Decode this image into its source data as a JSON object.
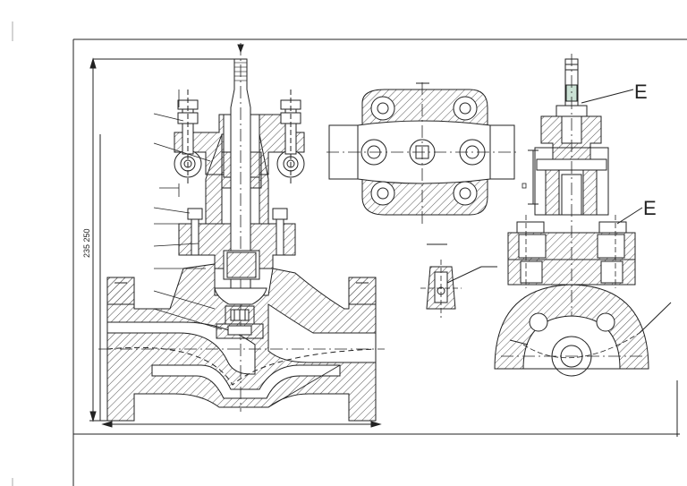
{
  "drawing": {
    "dimension_label": "235 250",
    "view_labels": [
      "E",
      "E"
    ],
    "colors": {
      "line": "#222222",
      "hatch": "#555555",
      "paper": "#ffffff",
      "highlight": "#2e8b57"
    }
  }
}
